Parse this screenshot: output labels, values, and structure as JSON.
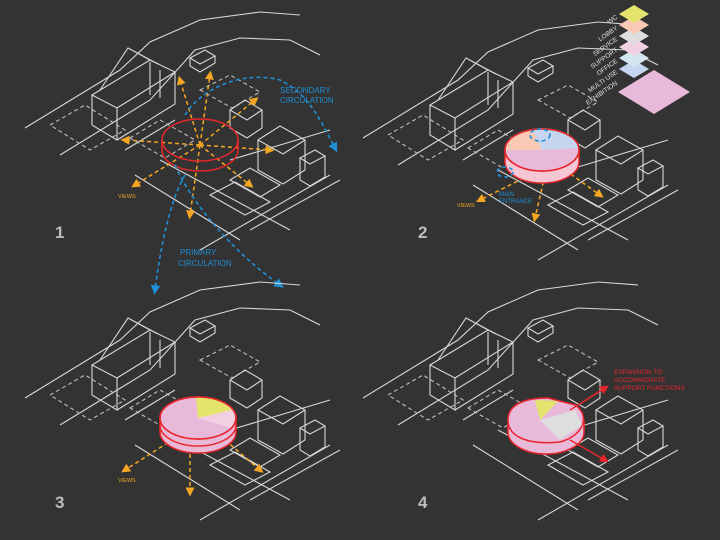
{
  "colors": {
    "background": "#333333",
    "line": "#d8d8d8",
    "orange": "#f5a623",
    "blue": "#1f8fd6",
    "red": "#e8262b"
  },
  "panels": [
    {
      "number": "1",
      "labels": {
        "secondary": [
          "SECONDARY",
          "CIRCULATION"
        ],
        "primary": [
          "PRIMARY",
          "CIRCULATION"
        ],
        "views": "VIEWS"
      }
    },
    {
      "number": "2",
      "labels": {
        "views": "VIEWS",
        "entrance": [
          "MAIN",
          "ENTRANCE"
        ]
      }
    },
    {
      "number": "3",
      "labels": {
        "views": "VIEWS"
      }
    },
    {
      "number": "4",
      "labels": {
        "expansion": [
          "EXPANSION TO",
          "ACCOMMODATE",
          "SUPPORT FUNCTIONS"
        ]
      }
    }
  ],
  "legend": [
    {
      "label": "WC",
      "color": "#e4e36c"
    },
    {
      "label": "LOBBY",
      "color": "#f9c9b6"
    },
    {
      "label": "SERVICE",
      "color": "#dedede"
    },
    {
      "label": "SUPPORT",
      "color": "#f2d0e2"
    },
    {
      "label": "OFFICE",
      "color": "#d5e7ee"
    },
    {
      "label": "MULTI USE",
      "color": "#c6d6f0"
    },
    {
      "label": "EXHIBITION",
      "color": "#e8b9d9"
    }
  ]
}
